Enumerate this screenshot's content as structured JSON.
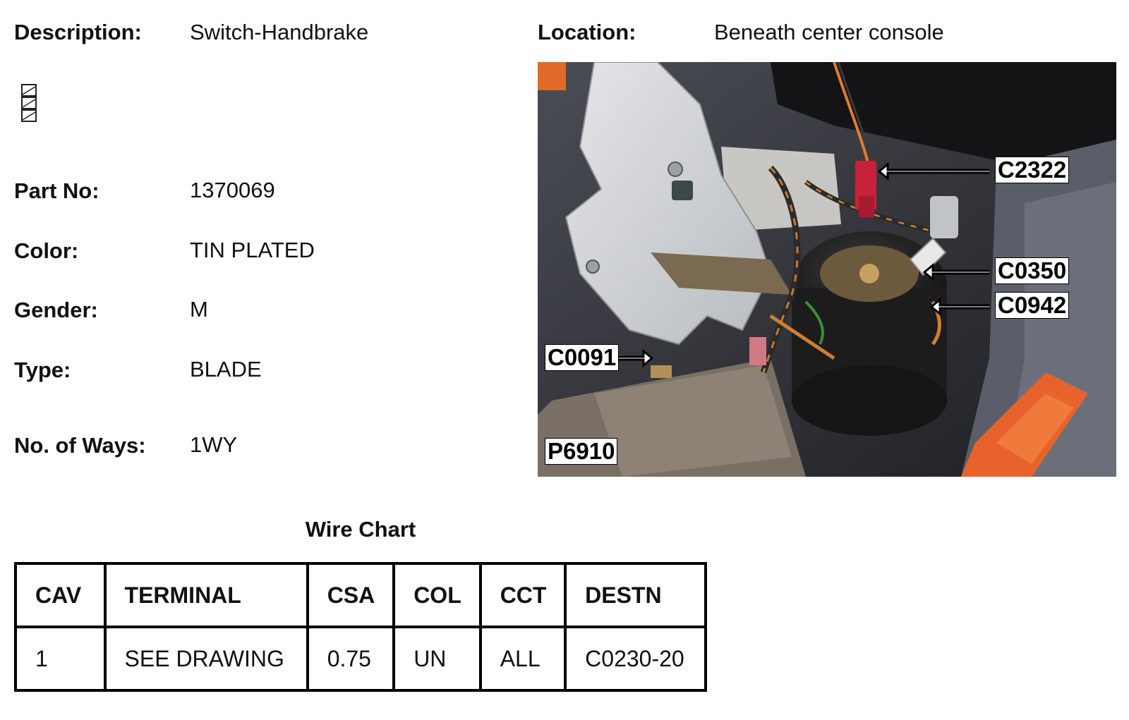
{
  "header": {
    "description_label": "Description:",
    "description_value": "Switch-Handbrake",
    "location_label": "Location:",
    "location_value": "Beneath center console"
  },
  "fields": [
    {
      "label": "Part No:",
      "value": "1370069"
    },
    {
      "label": "Color:",
      "value": "TIN PLATED"
    },
    {
      "label": "Gender:",
      "value": "M"
    },
    {
      "label": "Type:",
      "value": "BLADE"
    },
    {
      "label": "No. of Ways:",
      "value": "1WY"
    }
  ],
  "photo": {
    "callouts": [
      "C2322",
      "C0350",
      "C0942",
      "C0091"
    ],
    "reference": "P6910"
  },
  "wire_chart": {
    "title": "Wire Chart",
    "columns": [
      "CAV",
      "TERMINAL",
      "CSA",
      "COL",
      "CCT",
      "DESTN"
    ],
    "rows": [
      [
        "1",
        "SEE DRAWING",
        "0.75",
        "UN",
        "ALL",
        "C0230-20"
      ]
    ]
  }
}
